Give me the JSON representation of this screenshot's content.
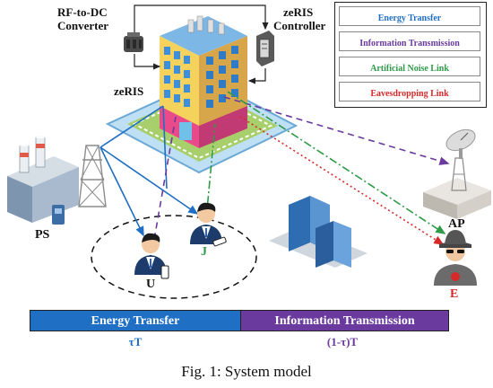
{
  "labels": {
    "rf_converter_line1": "RF-to-DC",
    "rf_converter_line2": "Converter",
    "controller_line1": "zeRIS",
    "controller_line2": "Controller",
    "zeris": "zeRIS",
    "ps": "PS",
    "ap": "AP",
    "u": "U",
    "j": "J",
    "e": "E"
  },
  "legend": [
    {
      "label": "Energy Transfer",
      "color": "#1f6fc4",
      "style": "solid"
    },
    {
      "label": "Information Transmission",
      "color": "#6a3a9e",
      "style": "dashed"
    },
    {
      "label": "Artificial Noise Link",
      "color": "#2e9b48",
      "style": "dashdot"
    },
    {
      "label": "Eavesdropping Link",
      "color": "#d62a2a",
      "style": "dotted"
    }
  ],
  "timebar": {
    "energy_label": "Energy Transfer",
    "energy_sub": "τT",
    "energy_color": "#1f6fc4",
    "info_label": "Information Transmission",
    "info_sub": "(1-τ)T",
    "info_color": "#6a3a9e"
  },
  "caption": "Fig. 1: System model"
}
